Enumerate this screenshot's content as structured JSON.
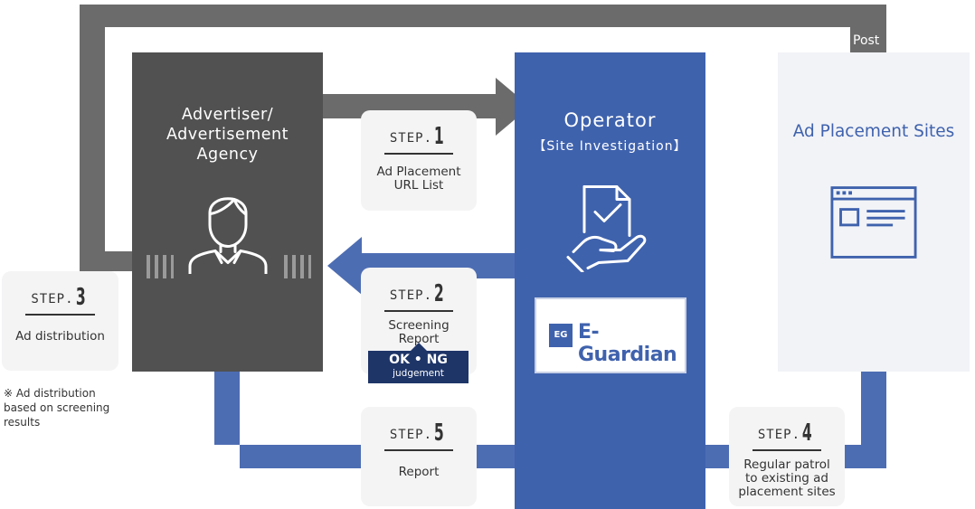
{
  "diagram": {
    "colors": {
      "gray_arrow": "#6b6b6b",
      "blue_arrow": "#4d6db3",
      "advertiser_box": "#515151",
      "operator_box": "#3f62ad",
      "sites_box": "#f2f3f7",
      "sites_title": "#3f62ad",
      "judgement_bg": "#1e3568",
      "card_bg": "#f4f4f5"
    },
    "post_label": "Post",
    "advertiser": {
      "title_lines": [
        "Advertiser/",
        "Advertisement",
        "Agency"
      ],
      "icon": "person-icon"
    },
    "operator": {
      "title": "Operator",
      "subtitle": "【Site Investigation】",
      "icon": "hand-check-document-icon",
      "logo_text": "E-Guardian",
      "logo_mark": "EG"
    },
    "sites": {
      "title": "Ad Placement Sites",
      "icon": "browser-window-icon"
    },
    "steps": [
      {
        "tag": "STEP.",
        "num": "1",
        "lines": [
          "Ad Placement",
          "URL List"
        ]
      },
      {
        "tag": "STEP.",
        "num": "2",
        "lines": [
          "Screening",
          "Report"
        ]
      },
      {
        "tag": "STEP.",
        "num": "3",
        "lines": [
          "Ad distribution"
        ]
      },
      {
        "tag": "STEP.",
        "num": "4",
        "lines": [
          "Regular patrol",
          "to existing ad",
          "placement sites"
        ]
      },
      {
        "tag": "STEP.",
        "num": "5",
        "lines": [
          "Report"
        ]
      }
    ],
    "judgement": {
      "line1": "OK • NG",
      "line2": "judgement"
    },
    "note": "※  Ad distribution based on screening results"
  }
}
